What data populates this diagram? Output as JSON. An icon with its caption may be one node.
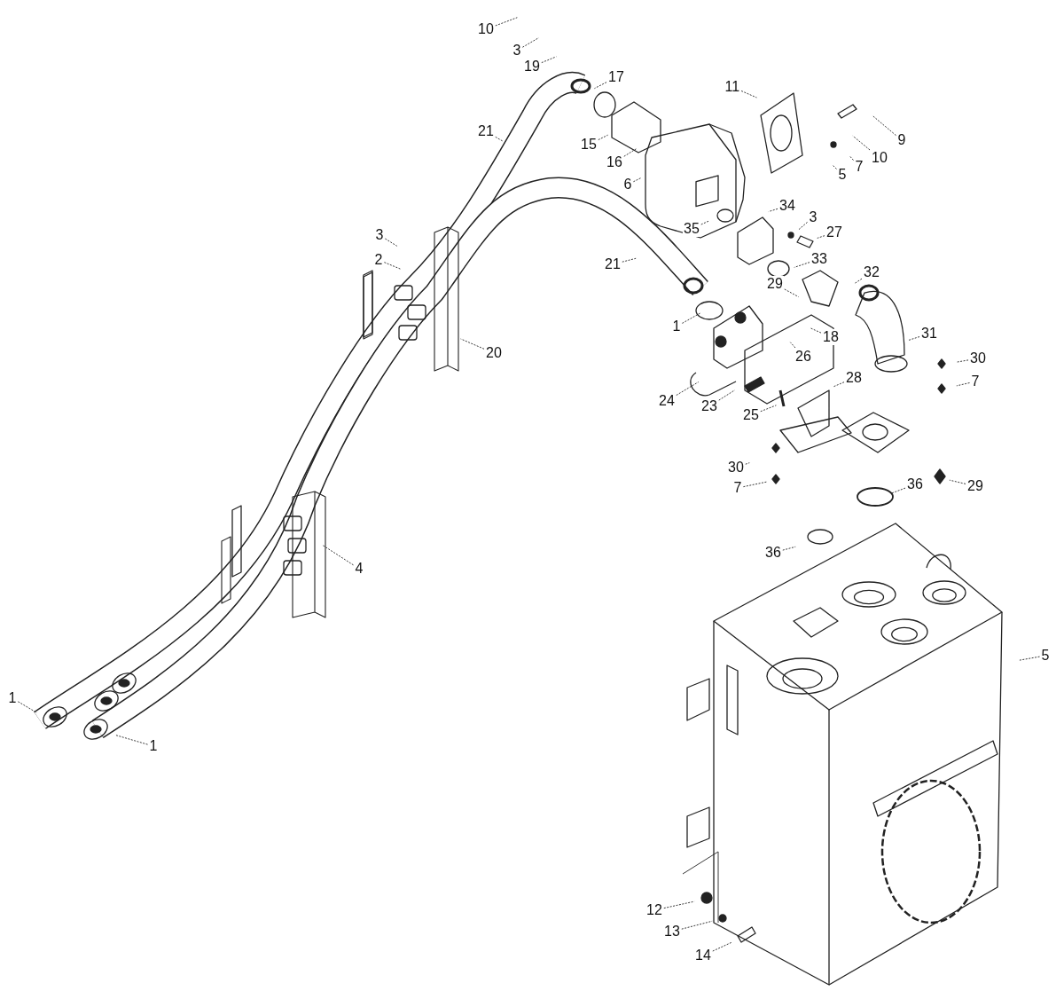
{
  "diagram": {
    "nodes": [
      {
        "text": [
          "10"
        ]
      },
      {
        "text": [
          "3"
        ]
      },
      {
        "text": [
          "19"
        ]
      },
      {
        "text": [
          "17"
        ]
      },
      {
        "text": [
          "21"
        ]
      },
      {
        "text": [
          "15"
        ]
      },
      {
        "text": [
          "16"
        ]
      },
      {
        "text": [
          "11"
        ]
      },
      {
        "text": [
          "6"
        ]
      },
      {
        "text": [
          "9"
        ]
      },
      {
        "text": [
          "10"
        ]
      },
      {
        "text": [
          "7"
        ]
      },
      {
        "text": [
          "5"
        ]
      },
      {
        "text": [
          "35"
        ]
      },
      {
        "text": [
          "34"
        ]
      },
      {
        "text": [
          "3"
        ]
      },
      {
        "text": [
          "27"
        ]
      },
      {
        "text": [
          "33"
        ]
      },
      {
        "text": [
          "21"
        ]
      },
      {
        "text": [
          "3"
        ]
      },
      {
        "text": [
          "2"
        ]
      },
      {
        "text": [
          "29"
        ]
      },
      {
        "text": [
          "32"
        ]
      },
      {
        "text": [
          "20"
        ]
      },
      {
        "text": [
          "1"
        ]
      },
      {
        "text": [
          "18"
        ]
      },
      {
        "text": [
          "26"
        ]
      },
      {
        "text": [
          "31"
        ]
      },
      {
        "text": [
          "30"
        ]
      },
      {
        "text": [
          "7"
        ]
      },
      {
        "text": [
          "24"
        ]
      },
      {
        "text": [
          "28"
        ]
      },
      {
        "text": [
          "23"
        ]
      },
      {
        "text": [
          "25"
        ]
      },
      {
        "text": [
          "30"
        ]
      },
      {
        "text": [
          "7"
        ]
      },
      {
        "text": [
          "36"
        ]
      },
      {
        "text": [
          "29"
        ]
      },
      {
        "text": [
          "36"
        ]
      },
      {
        "text": [
          "4"
        ]
      },
      {
        "text": [
          "5"
        ]
      },
      {
        "text": [
          "1"
        ]
      },
      {
        "text": [
          "1"
        ]
      },
      {
        "text": [
          "12"
        ]
      },
      {
        "text": [
          "13"
        ]
      },
      {
        "text": [
          "14"
        ]
      }
    ],
    "edges": [
      {
        "from": 0,
        "to": null,
        "arrow": "none"
      },
      {
        "from": 1,
        "to": null,
        "arrow": "none"
      },
      {
        "from": 2,
        "to": null,
        "arrow": "none"
      },
      {
        "from": 3,
        "to": null,
        "arrow": "none"
      },
      {
        "from": 4,
        "to": null,
        "arrow": "none"
      },
      {
        "from": 5,
        "to": null,
        "arrow": "none"
      },
      {
        "from": 6,
        "to": null,
        "arrow": "none"
      },
      {
        "from": 7,
        "to": null,
        "arrow": "none"
      },
      {
        "from": 8,
        "to": null,
        "arrow": "none"
      },
      {
        "from": 9,
        "to": null,
        "arrow": "none"
      },
      {
        "from": 10,
        "to": null,
        "arrow": "none"
      },
      {
        "from": 11,
        "to": null,
        "arrow": "none"
      },
      {
        "from": 12,
        "to": null,
        "arrow": "none"
      },
      {
        "from": 13,
        "to": null,
        "arrow": "none"
      },
      {
        "from": 14,
        "to": null,
        "arrow": "none"
      },
      {
        "from": 15,
        "to": null,
        "arrow": "none"
      },
      {
        "from": 16,
        "to": null,
        "arrow": "none"
      },
      {
        "from": 17,
        "to": null,
        "arrow": "none"
      },
      {
        "from": 18,
        "to": null,
        "arrow": "none"
      },
      {
        "from": 19,
        "to": null,
        "arrow": "none"
      },
      {
        "from": 20,
        "to": null,
        "arrow": "none"
      },
      {
        "from": 21,
        "to": null,
        "arrow": "none"
      },
      {
        "from": 22,
        "to": null,
        "arrow": "none"
      },
      {
        "from": 23,
        "to": null,
        "arrow": "none"
      },
      {
        "from": 24,
        "to": null,
        "arrow": "none"
      },
      {
        "from": 25,
        "to": null,
        "arrow": "none"
      },
      {
        "from": 26,
        "to": null,
        "arrow": "none"
      },
      {
        "from": 27,
        "to": null,
        "arrow": "none"
      },
      {
        "from": 28,
        "to": null,
        "arrow": "none"
      },
      {
        "from": 29,
        "to": null,
        "arrow": "none"
      },
      {
        "from": 30,
        "to": null,
        "arrow": "none"
      },
      {
        "from": 31,
        "to": null,
        "arrow": "none"
      },
      {
        "from": 32,
        "to": null,
        "arrow": "none"
      },
      {
        "from": 33,
        "to": null,
        "arrow": "none"
      },
      {
        "from": 34,
        "to": null,
        "arrow": "none"
      },
      {
        "from": 35,
        "to": null,
        "arrow": "none"
      },
      {
        "from": 36,
        "to": null,
        "arrow": "none"
      },
      {
        "from": 37,
        "to": null,
        "arrow": "none"
      },
      {
        "from": 38,
        "to": null,
        "arrow": "none"
      },
      {
        "from": 39,
        "to": null,
        "arrow": "none"
      },
      {
        "from": 40,
        "to": null,
        "arrow": "none"
      },
      {
        "from": 41,
        "to": null,
        "arrow": "none"
      },
      {
        "from": 42,
        "to": null,
        "arrow": "none"
      },
      {
        "from": 43,
        "to": null,
        "arrow": "none"
      },
      {
        "from": 44,
        "to": null,
        "arrow": "none"
      },
      {
        "from": 45,
        "to": null,
        "arrow": "none"
      }
    ]
  }
}
